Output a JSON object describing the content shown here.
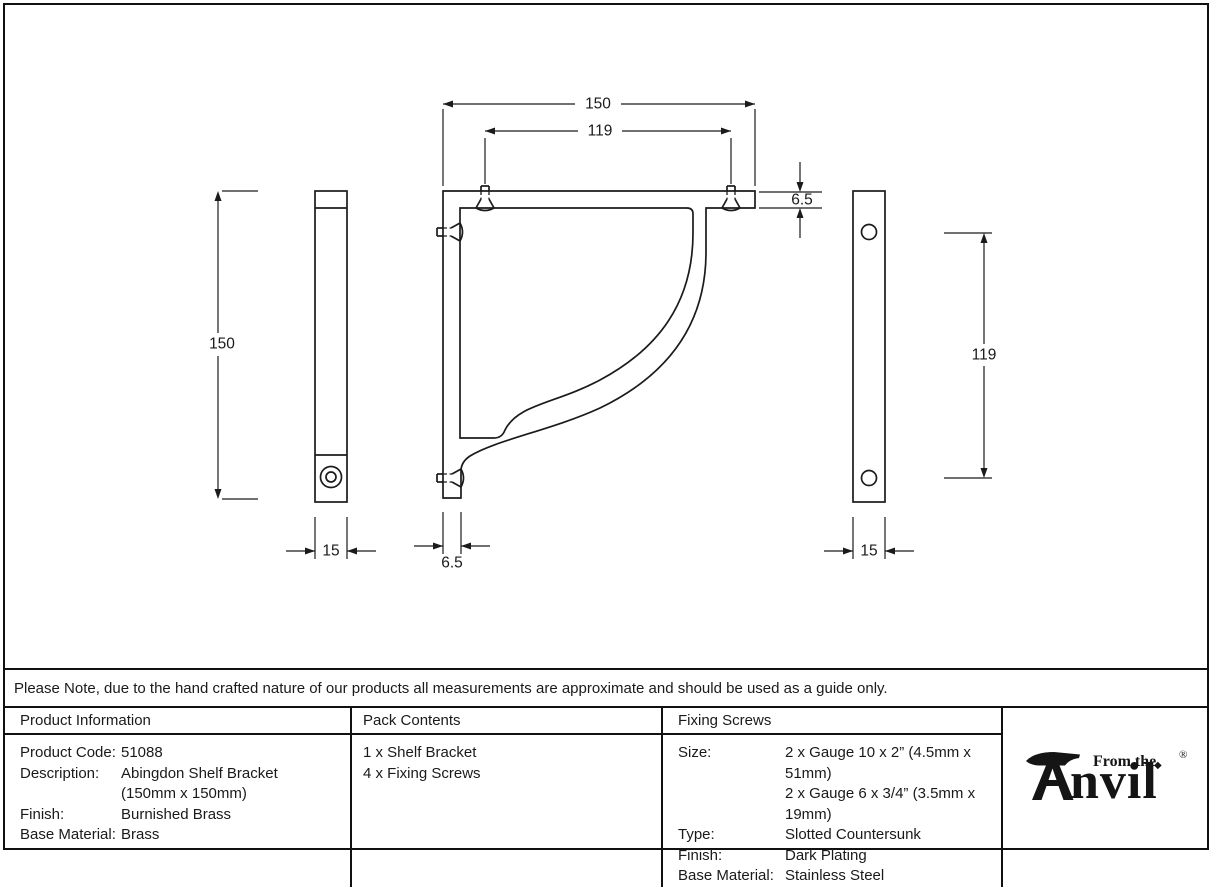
{
  "dimensions": {
    "front_width": "150",
    "front_hole_spacing": "119",
    "plate_thickness": "6.5",
    "side_height": "150",
    "side_bar_width_left": "15",
    "leg_thickness": "6.5",
    "side_hole_spacing": "119",
    "side_bar_width_right": "15"
  },
  "note": "Please Note, due to the hand crafted nature of our products all measurements are approximate and should be used as a guide only.",
  "product_information": {
    "header": "Product Information",
    "rows": [
      {
        "label": "Product Code:",
        "value": "51088"
      },
      {
        "label": "Description:",
        "value": "Abingdon Shelf Bracket"
      },
      {
        "label": "",
        "value": "(150mm x 150mm)"
      },
      {
        "label": "Finish:",
        "value": "Burnished Brass"
      },
      {
        "label": "Base Material:",
        "value": "Brass"
      }
    ]
  },
  "pack_contents": {
    "header": "Pack Contents",
    "items": [
      "1 x Shelf Bracket",
      "4 x Fixing Screws"
    ]
  },
  "fixing_screws": {
    "header": "Fixing Screws",
    "rows": [
      {
        "label": "Size:",
        "value": "2 x Gauge 10 x 2” (4.5mm x 51mm)"
      },
      {
        "label": "",
        "value": "2 x Gauge 6 x 3/4” (3.5mm x 19mm)"
      },
      {
        "label": "Type:",
        "value": "Slotted Countersunk"
      },
      {
        "label": "Finish:",
        "value": "Dark Plating"
      },
      {
        "label": "Base Material:",
        "value": "Stainless Steel"
      }
    ]
  },
  "logo": {
    "from_the": "From the",
    "name": "nvil",
    "diamond": "◆",
    "registered": "®"
  }
}
